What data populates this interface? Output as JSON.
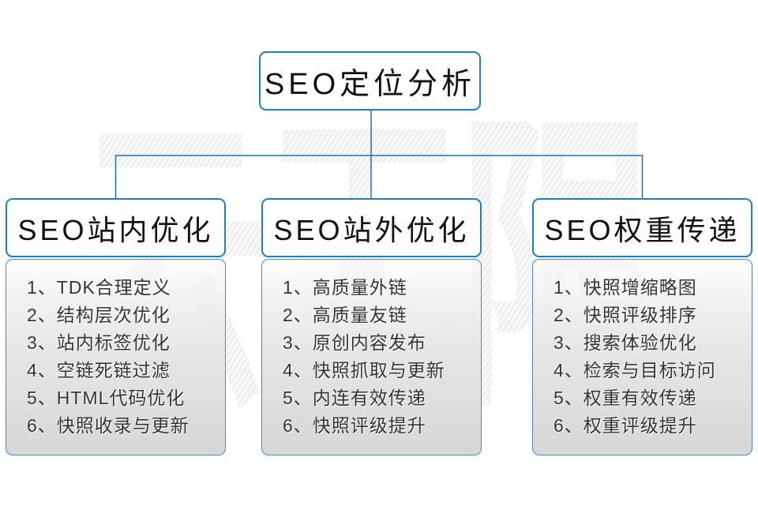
{
  "diagram": {
    "watermark": "云无限",
    "root_title": "SEO定位分析",
    "columns": [
      {
        "title": "SEO站内优化",
        "items": [
          "1、TDK合理定义",
          "2、结构层次优化",
          "3、站内标签优化",
          "4、空链死链过滤",
          "5、HTML代码优化",
          "6、快照收录与更新"
        ]
      },
      {
        "title": "SEO站外优化",
        "items": [
          "1、高质量外链",
          "2、高质量友链",
          "3、原创内容发布",
          "4、快照抓取与更新",
          "5、内连有效传递",
          "6、快照评级提升"
        ]
      },
      {
        "title": "SEO权重传递",
        "items": [
          "1、快照增缩略图",
          "2、快照评级排序",
          "3、搜索体验优化",
          "4、检索与目标访问",
          "5、权重有效传递",
          "6、权重评级提升"
        ]
      }
    ],
    "colors": {
      "border_blue": "#1e7fc4",
      "connector_blue": "#1a72bd",
      "panel_gray_bottom": "#d6d6d6",
      "item_text": "#333333",
      "watermark_gray": "#ececec"
    }
  }
}
